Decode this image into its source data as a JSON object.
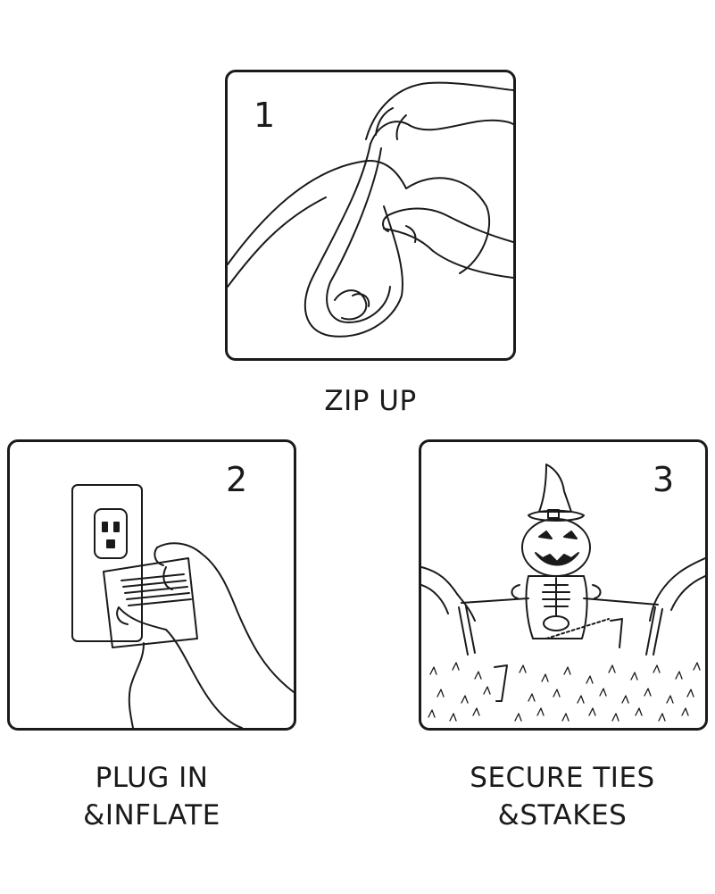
{
  "steps": [
    {
      "number": "1",
      "caption_lines": [
        "ZIP UP"
      ],
      "illustration": "hands-zipping-bag-icon"
    },
    {
      "number": "2",
      "caption_lines": [
        "PLUG IN",
        "&INFLATE"
      ],
      "illustration": "plug-into-outlet-icon"
    },
    {
      "number": "3",
      "caption_lines": [
        "SECURE TIES",
        "&STAKES"
      ],
      "illustration": "stake-inflatable-icon"
    }
  ],
  "colors": {
    "ink": "#1a1a1a",
    "background": "#ffffff"
  }
}
